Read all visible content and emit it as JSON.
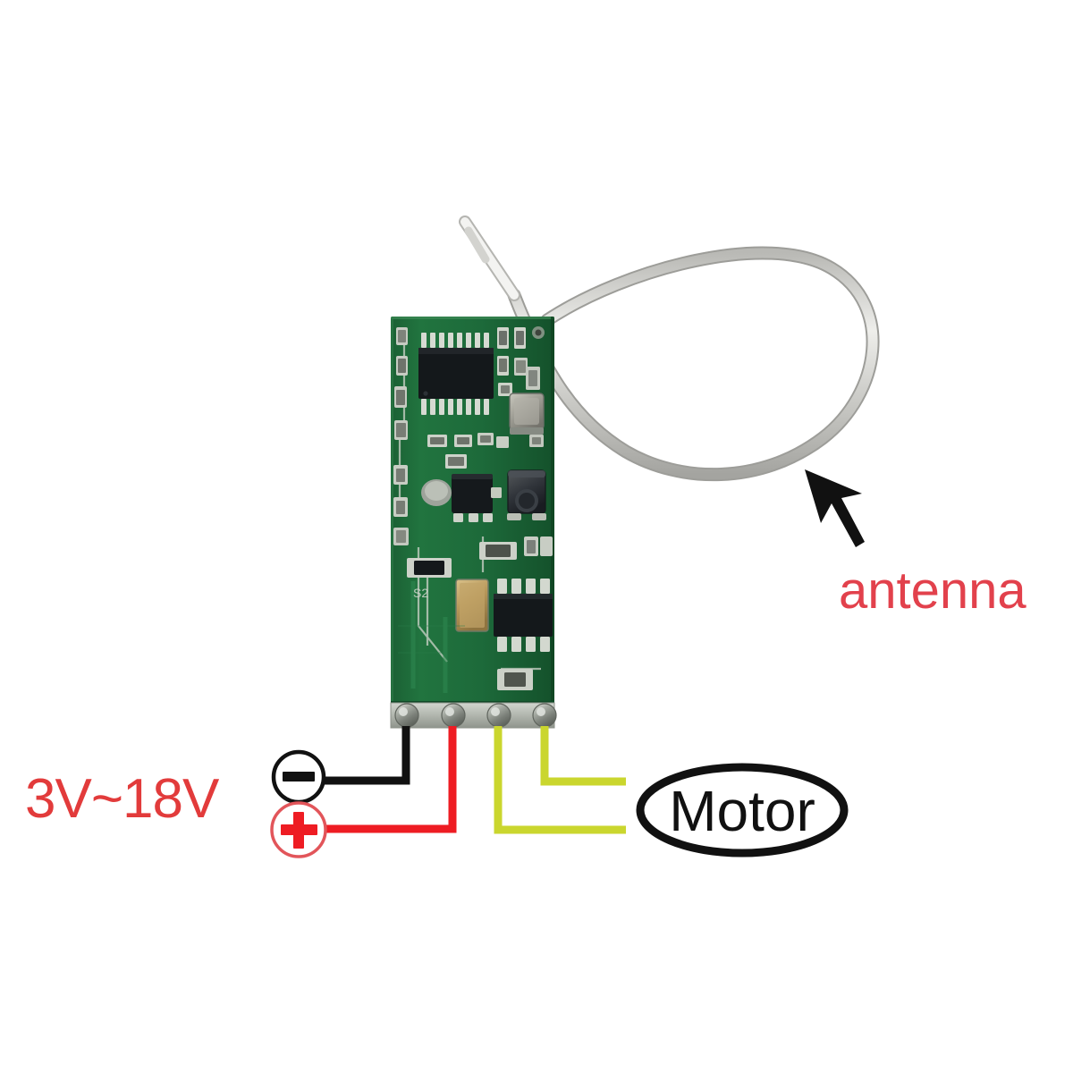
{
  "diagram": {
    "title": "RF receiver module wiring diagram",
    "background_color": "#ffffff"
  },
  "labels": {
    "voltage": {
      "text": "3V~18V",
      "color": "#e23b3b"
    },
    "antenna": {
      "text": "antenna",
      "color": "#e2414c"
    },
    "motor": {
      "text": "Motor",
      "color": "#111111"
    }
  },
  "terminals": [
    {
      "name": "negative",
      "symbol": "−",
      "wire_color": "#111111",
      "label": "minus-terminal"
    },
    {
      "name": "positive",
      "symbol": "+",
      "wire_color": "#ee1c23",
      "label": "plus-terminal"
    },
    {
      "name": "motor-a",
      "symbol": "",
      "wire_color": "#cad62e",
      "label": "motor-output-a"
    },
    {
      "name": "motor-b",
      "symbol": "",
      "wire_color": "#cad62e",
      "label": "motor-output-b"
    }
  ],
  "board": {
    "name": "rf-receiver-pcb",
    "solder_mask_color": "#1d6b3b",
    "silkscreen_color": "#d8dcd4",
    "pad_color": "#b8bcb4",
    "chip_color": "#151a1c",
    "terminal_strip_color": "#bdc2bb",
    "component_silk_labels": [
      "S2"
    ]
  },
  "antenna_wire": {
    "name": "antenna-wire",
    "color": "#c9c9c6",
    "highlight": "#e9e9e6",
    "tip_color": "#f4f4f2"
  },
  "arrow": {
    "name": "antenna-pointer-arrow",
    "color": "#111111"
  },
  "colors": {
    "accent_red": "#e23b3b",
    "wire_black": "#111111",
    "wire_red": "#ee1c23",
    "wire_yellow": "#cad62e",
    "pcb_green": "#1d6b3b"
  }
}
